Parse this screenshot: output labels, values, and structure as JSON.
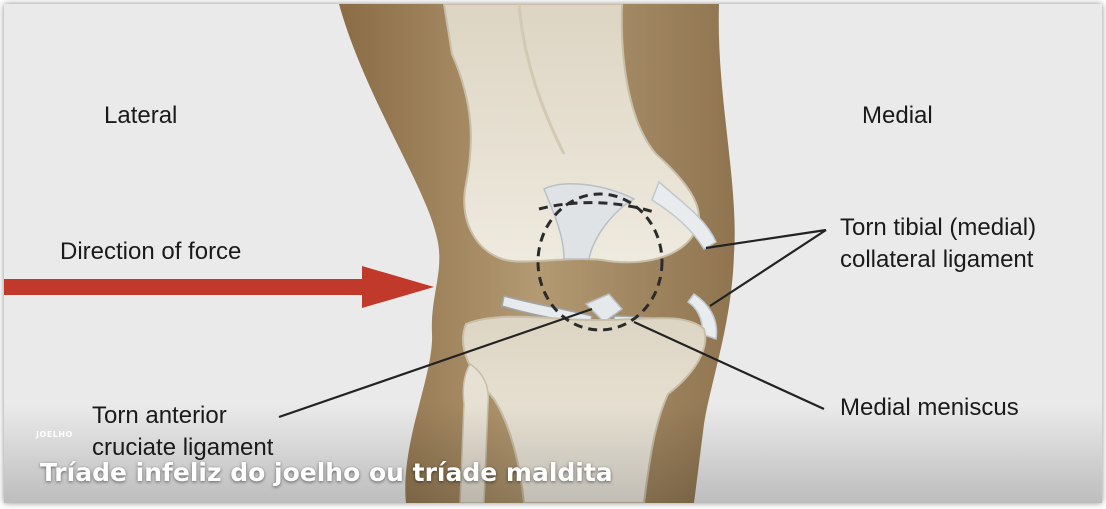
{
  "labels": {
    "lateral": "Lateral",
    "medial": "Medial",
    "direction_of_force": "Direction of force",
    "torn_tibial_line1": "Torn tibial (medial)",
    "torn_tibial_line2": "collateral ligament",
    "medial_meniscus": "Medial meniscus",
    "torn_acl_line1": "Torn anterior",
    "torn_acl_line2": "cruciate ligament"
  },
  "caption": {
    "tag": "JOELHO",
    "title": "Tríade infeliz do joelho ou tríade maldita"
  },
  "colors": {
    "background": "#ebeaea",
    "skin": "#a68a62",
    "bone": "#e4ddcc",
    "arrow": "#c0392b"
  }
}
